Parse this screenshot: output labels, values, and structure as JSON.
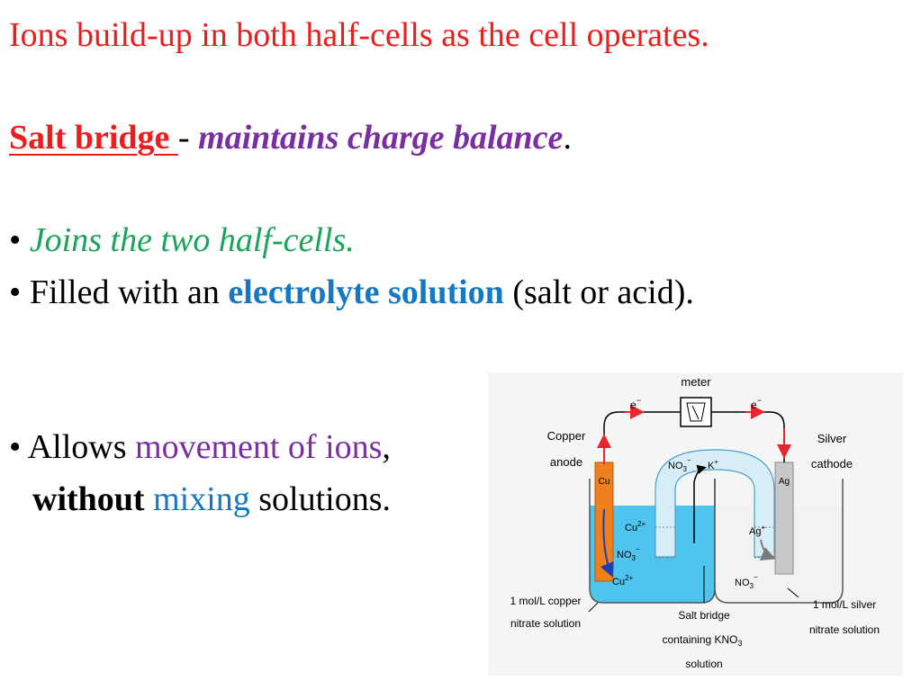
{
  "slide": {
    "line1": "Ions build-up in both half-cells as the cell operates.",
    "salt_bridge_term": "Salt bridge ",
    "dash": "-",
    "definition": "maintains charge balance",
    "period": ".",
    "bullet": "•",
    "bullet1": "Joins the two half-cells.",
    "bullet2_pre": "Filled with an",
    "bullet2_em": "electrolyte solution",
    "bullet2_post": "(salt or acid).",
    "bullet3_pre": "Allows",
    "bullet3_em": "movement of ions",
    "bullet3_comma": ",",
    "line4_bold": "without",
    "line4_em": "mixing",
    "line4_post": "solutions."
  },
  "diagram": {
    "meter": "meter",
    "electron": "e",
    "minus": "−",
    "copper_l1": "Copper",
    "copper_l2": "anode",
    "silver_l1": "Silver",
    "silver_l2": "cathode",
    "cu_electrode": "Cu",
    "ag_electrode": "Ag",
    "no3": "NO",
    "sub3": "3",
    "k_ion": "K",
    "plus": "+",
    "cu_ion": "Cu",
    "two_plus": "2+",
    "ag_ion": "Ag",
    "left_sol_l1": "1 mol/L copper",
    "left_sol_l2": "nitrate solution",
    "right_sol_l1": "1 mol/L silver",
    "right_sol_l2": "nitrate solution",
    "bridge_l1": "Salt bridge",
    "bridge_l2": "containing KNO",
    "bridge_l3": "solution",
    "colors": {
      "copper_electrode": "#f07f1e",
      "copper_solution": "#4fc4ee",
      "silver_electrode": "#c8c8c8",
      "electron_arrow": "#e8262e",
      "bridge": "#d7eef8"
    }
  }
}
